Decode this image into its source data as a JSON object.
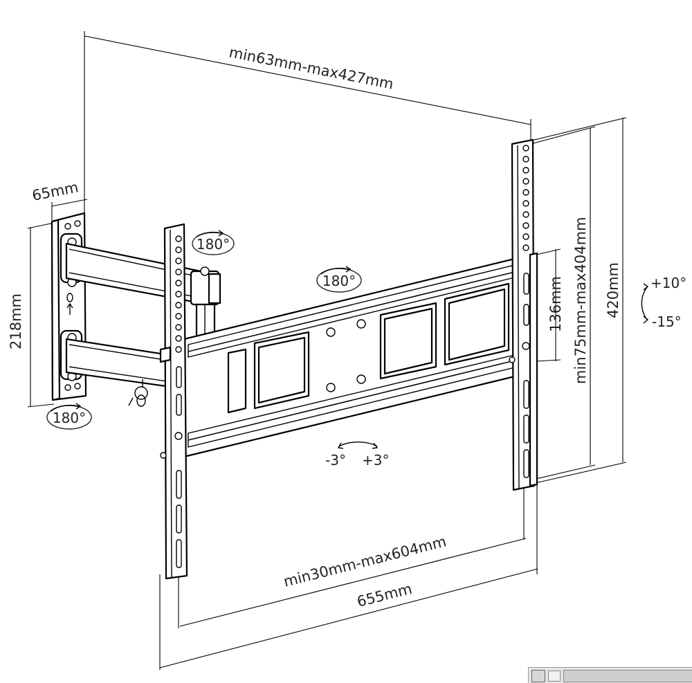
{
  "dimensions": {
    "extension": "min63mm-max427mm",
    "wall_plate_width": "65mm",
    "wall_plate_height": "218mm",
    "vertical_spacing": "min75mm-max404mm",
    "arm_height": "136mm",
    "bracket_height": "420mm",
    "horizontal_spacing": "min30mm-max604mm",
    "total_width": "655mm"
  },
  "rotations": {
    "arm_joint": "180°",
    "center": "180°",
    "wall_joint": "180°",
    "tilt_up": "+10°",
    "tilt_down": "-15°",
    "level_minus": "-3°",
    "level_plus": "+3°"
  }
}
